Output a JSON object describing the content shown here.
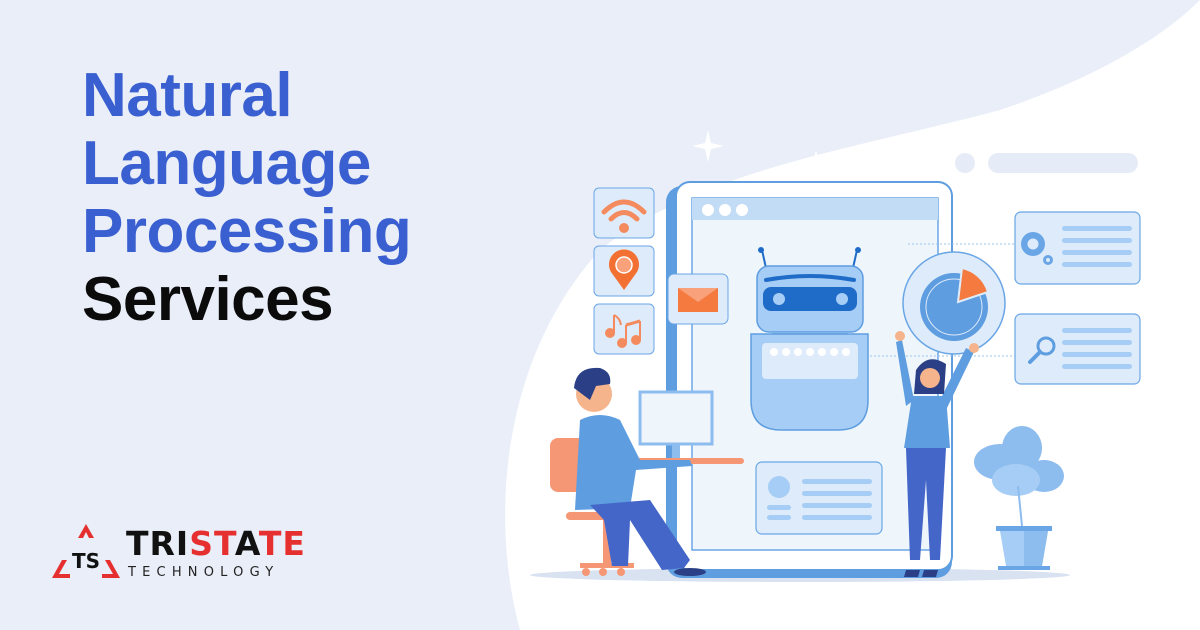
{
  "headline": {
    "line1": "Natural",
    "line2": "Language",
    "line3": "Processing",
    "line4": "Services"
  },
  "logo": {
    "mark_text": "TS",
    "name_part1": "TRI",
    "name_part2": "ST",
    "name_part3": "A",
    "name_part4": "TE",
    "tagline": "TECHNOLOGY"
  },
  "colors": {
    "background": "#e9eef8",
    "headline_blue": "#3a5fd0",
    "headline_black": "#0b0b0b",
    "logo_red": "#e63030",
    "accent_orange": "#f47a3f",
    "illustration_blue": "#5b9be0"
  },
  "illustration": {
    "left_icons": [
      "wifi-icon",
      "location-pin-icon",
      "music-notes-icon"
    ],
    "floating_cards": [
      "mail-card",
      "pie-chart-disc",
      "settings-card",
      "search-card",
      "profile-card"
    ],
    "figures": [
      "man-at-desk",
      "woman-holding-chart",
      "robot",
      "potted-plant"
    ]
  }
}
